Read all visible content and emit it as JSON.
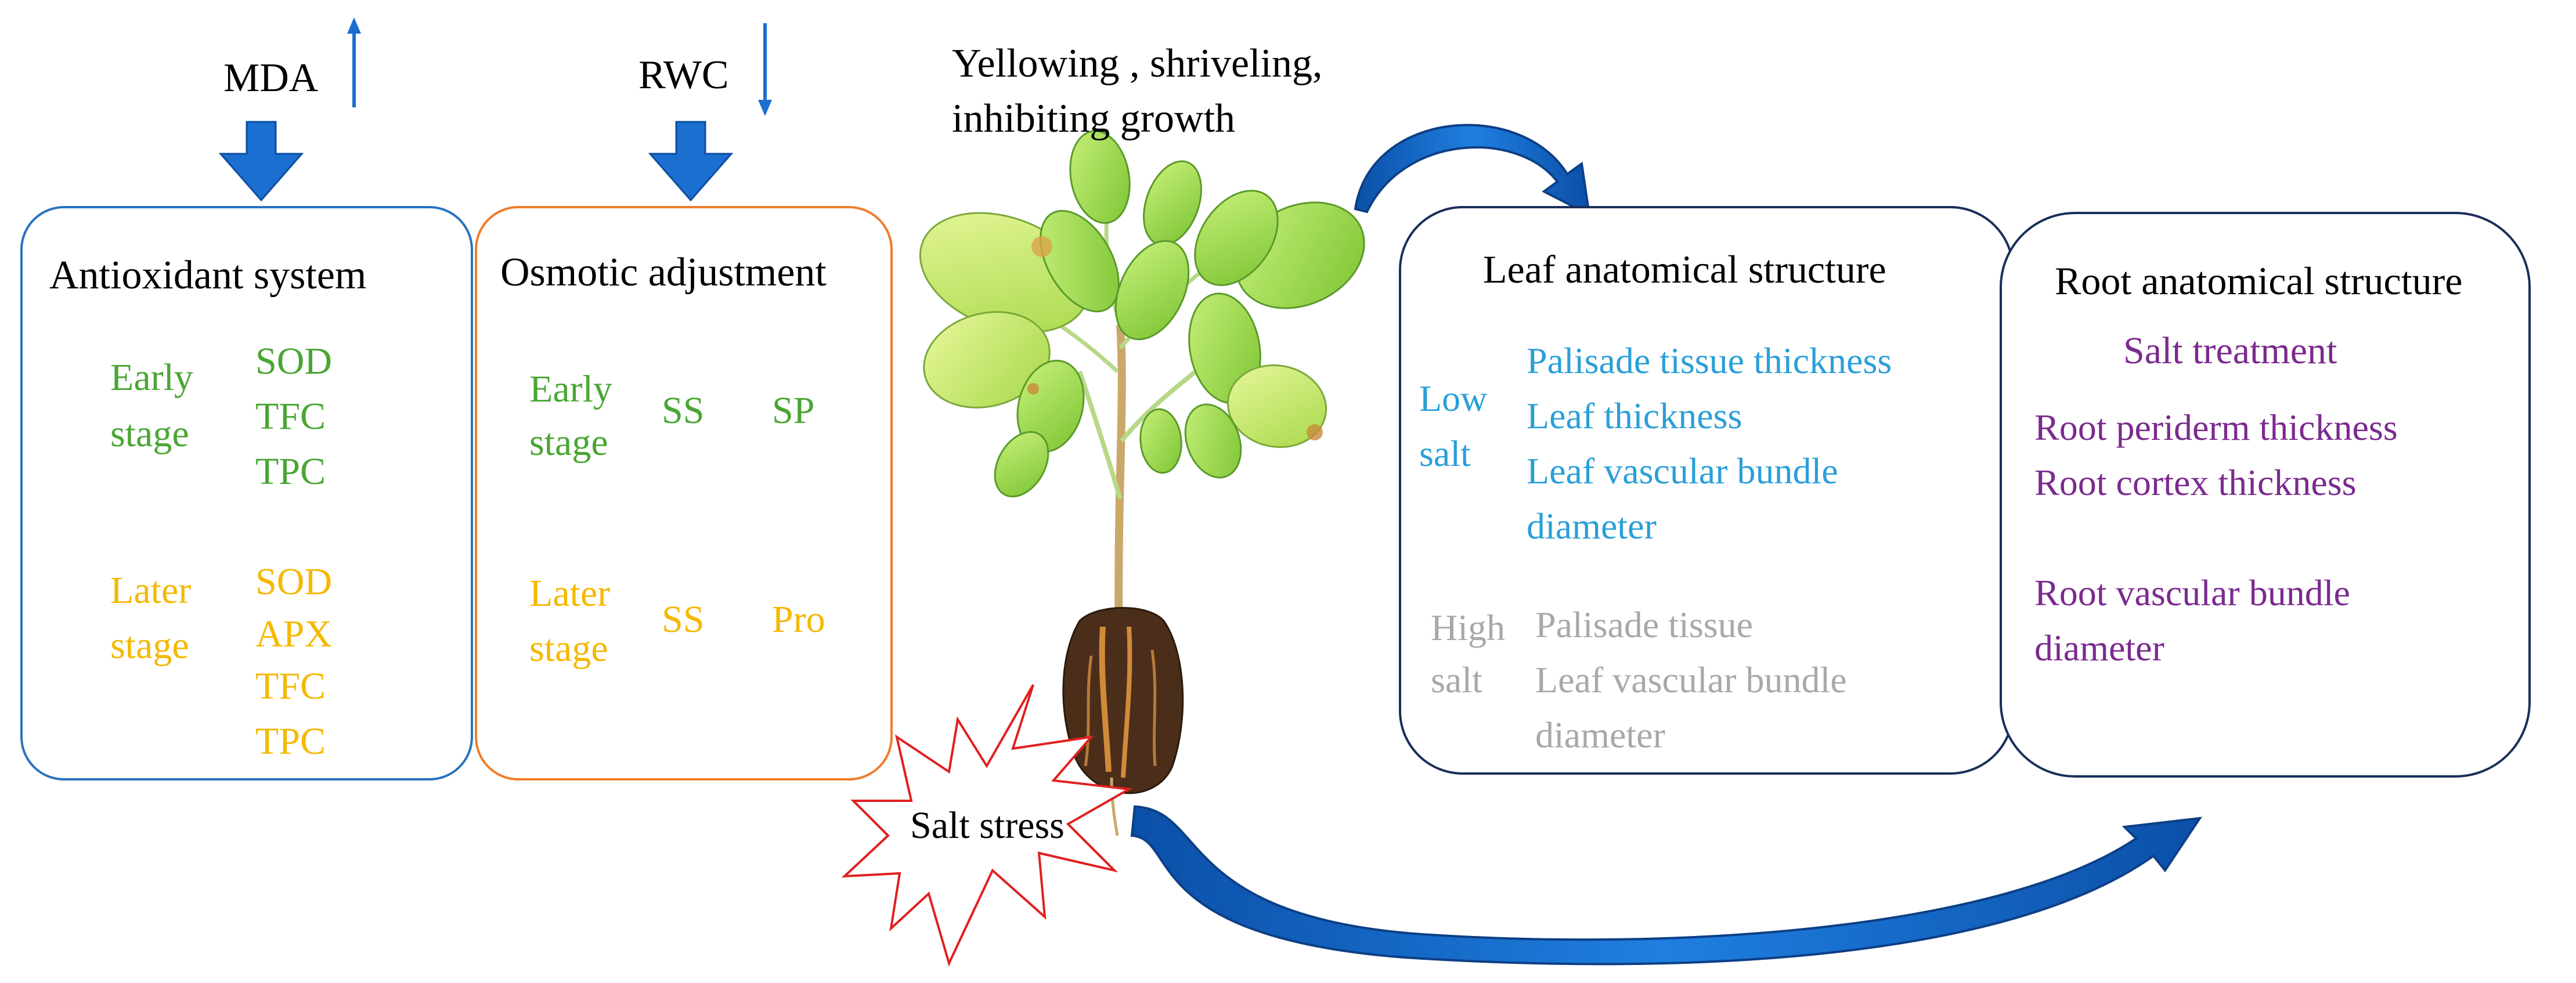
{
  "top": {
    "mda_label": "MDA",
    "rwc_label": "RWC",
    "plant_symptoms_line1": "Yellowing , shriveling,",
    "plant_symptoms_line2": "inhibiting growth",
    "salt_stress_label": "Salt stress"
  },
  "antioxidant": {
    "title": "Antioxidant system",
    "early_line1": "Early",
    "early_line2": "stage",
    "early_items": [
      "SOD",
      "TFC",
      "TPC"
    ],
    "later_line1": "Later",
    "later_line2": "stage",
    "later_items": [
      "SOD",
      "APX",
      "TFC",
      "TPC"
    ]
  },
  "osmotic": {
    "title": "Osmotic adjustment",
    "early_line1": "Early",
    "early_line2": "stage",
    "early_ss": "SS",
    "early_sp": "SP",
    "later_line1": "Later",
    "later_line2": "stage",
    "later_ss": "SS",
    "later_pro": "Pro"
  },
  "leaf": {
    "title": "Leaf anatomical structure",
    "low_line1": "Low",
    "low_line2": "salt",
    "low_items": [
      "Palisade tissue thickness",
      "Leaf thickness",
      "Leaf vascular bundle",
      "diameter"
    ],
    "high_line1": "High",
    "high_line2": "salt",
    "high_items": [
      "Palisade tissue",
      "Leaf vascular bundle",
      "diameter"
    ]
  },
  "root": {
    "title": "Root anatomical structure",
    "treatment": "Salt treatment",
    "up_items": [
      "Root periderm thickness",
      "Root cortex thickness"
    ],
    "down_items": [
      "Root vascular bundle",
      "diameter"
    ]
  },
  "colors": {
    "green": "#4aa634",
    "yellow": "#f5b800",
    "light_blue": "#2a9fd8",
    "gray": "#a8a8a8",
    "purple": "#7b2a8e",
    "arrow_blue": "#1a6fd0",
    "navy": "#1a2f5a",
    "orange_border": "#f07c2a",
    "blue_border": "#2a72c0",
    "salt_star_red": "#e02020"
  }
}
